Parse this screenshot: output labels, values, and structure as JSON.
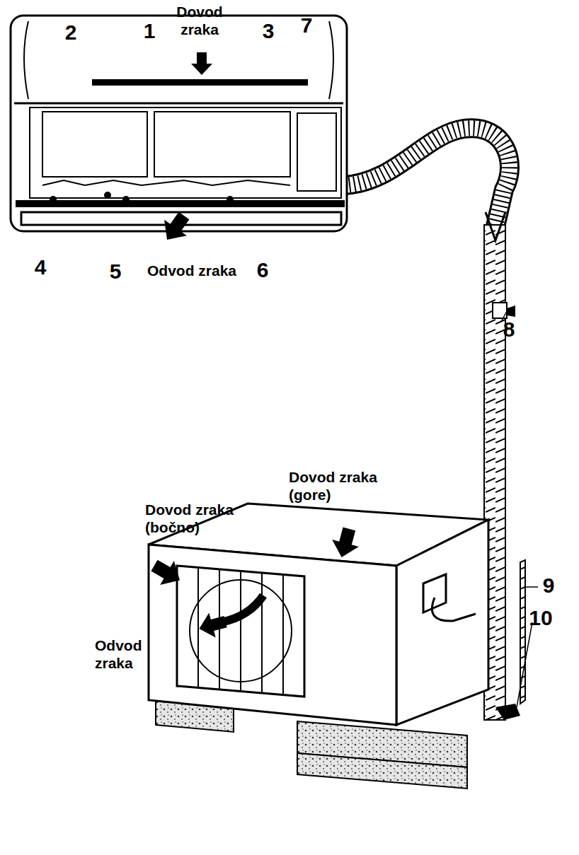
{
  "diagram": {
    "labels": [
      "2",
      "1",
      "Dovod zraka",
      "3",
      "7",
      "4",
      "5",
      "Odvod zraka",
      "6",
      "8",
      "Dovod zraka (gore)",
      "Dovod zraka (bočno)",
      "9",
      "Odvod zraka",
      "10"
    ]
  }
}
